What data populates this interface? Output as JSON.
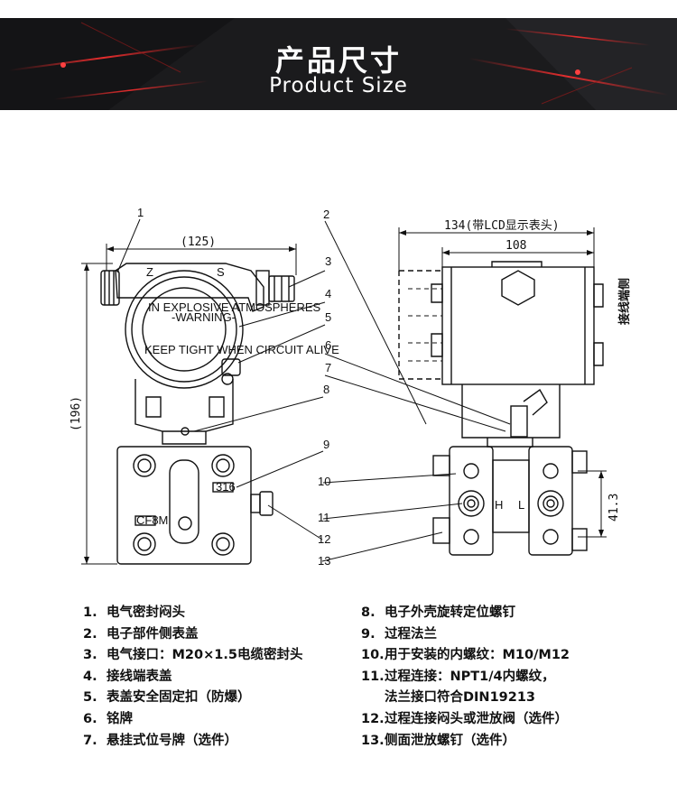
{
  "header": {
    "title_cn": "产品尺寸",
    "title_en": "Product Size"
  },
  "colors": {
    "banner_bg": "#1b1b1d",
    "accent_red": "#c8102e",
    "line": "#111111"
  },
  "drawing": {
    "front_view": {
      "callouts": [
        "1",
        "2",
        "3",
        "4",
        "5",
        "6",
        "7",
        "8",
        "9",
        "10",
        "11",
        "12",
        "13"
      ],
      "dim_width": "(125)",
      "dim_height": "(196)",
      "cover_letters": [
        "Z",
        "S"
      ],
      "cover_text_top": "KEEP TIGHT WHEN CIRCUIT ALIVE",
      "cover_text_middle": "-WARNING-",
      "cover_text_bottom": "IN EXPLOSIVE ATMOSPHERES",
      "flange_tag": "316",
      "flange_tag2": "CF8M"
    },
    "side_view": {
      "dim_total": "134(带LCD显示表头)",
      "dim_body": "108",
      "dim_bolt": "41.3",
      "label_terminal": "接线端侧",
      "port_h": "H",
      "port_l": "L"
    }
  },
  "legend_left": [
    {
      "num": "1.",
      "text": "电气密封闷头"
    },
    {
      "num": "2.",
      "text": "电子部件侧表盖"
    },
    {
      "num": "3.",
      "text": "电气接口：M20×1.5电缆密封头"
    },
    {
      "num": "4.",
      "text": "接线端表盖"
    },
    {
      "num": "5.",
      "text": "表盖安全固定扣（防爆）"
    },
    {
      "num": "6.",
      "text": "铭牌"
    },
    {
      "num": "7.",
      "text": "悬挂式位号牌（选件）"
    }
  ],
  "legend_right": [
    {
      "num": "8.",
      "text": "电子外壳旋转定位螺钉"
    },
    {
      "num": "9.",
      "text": "过程法兰"
    },
    {
      "num": "10.",
      "text": "用于安装的内螺纹：M10/M12"
    },
    {
      "num": "11.",
      "text": "过程连接：NPT1/4内螺纹，"
    },
    {
      "num": "",
      "text": "法兰接口符合DIN19213"
    },
    {
      "num": "12.",
      "text": "过程连接闷头或泄放阀（选件）"
    },
    {
      "num": "13.",
      "text": "侧面泄放螺钉（选件）"
    }
  ]
}
